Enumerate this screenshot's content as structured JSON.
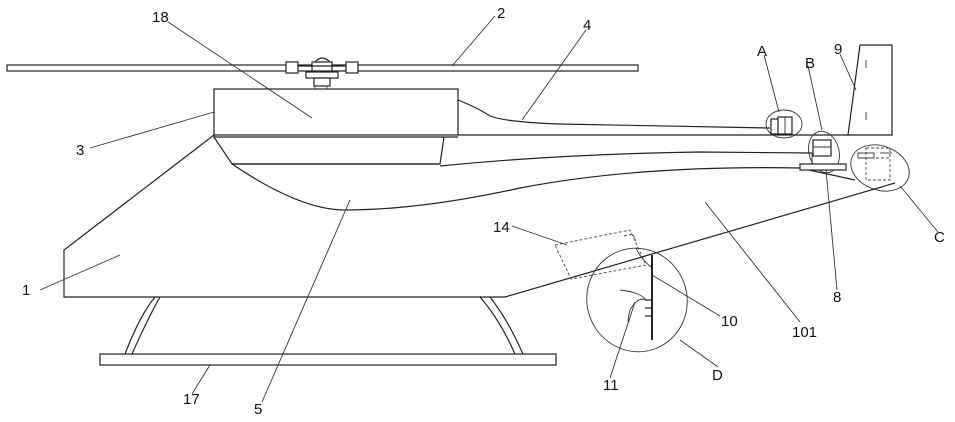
{
  "labels": {
    "l18": "18",
    "l2": "2",
    "l4": "4",
    "l9": "9",
    "lA": "A",
    "lB": "B",
    "l3": "3",
    "lC": "C",
    "l14": "14",
    "l1": "1",
    "l10": "10",
    "l101": "101",
    "l8": "8",
    "l11": "11",
    "lD": "D",
    "l17": "17",
    "l5": "5"
  }
}
